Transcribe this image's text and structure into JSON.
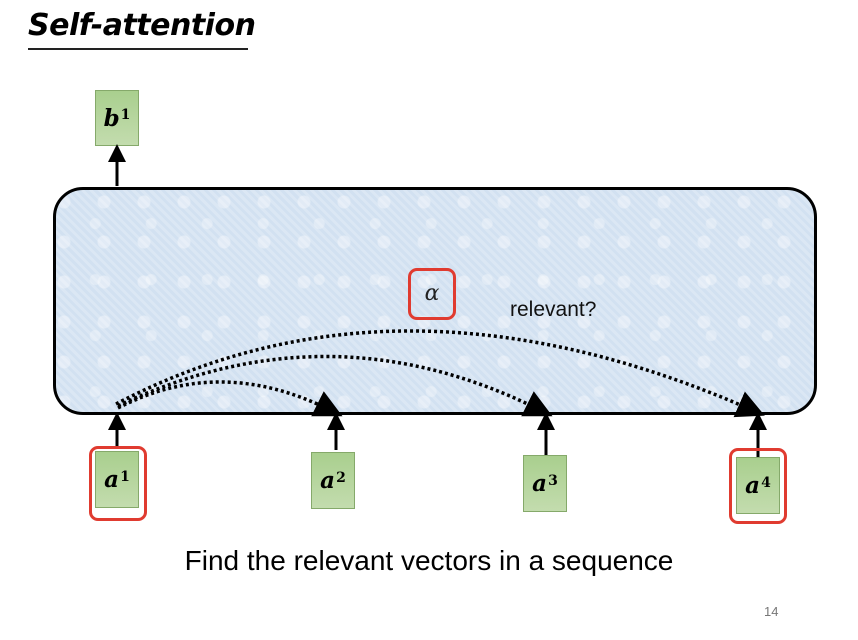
{
  "slide": {
    "title": "Self-attention",
    "caption": "Find the relevant vectors in a sequence",
    "page_number": "14"
  },
  "block": {
    "name": "self-attention-layer"
  },
  "output": {
    "base": "b",
    "sup": "1"
  },
  "inputs": [
    {
      "base": "a",
      "sup": "1",
      "highlighted": true
    },
    {
      "base": "a",
      "sup": "2",
      "highlighted": false
    },
    {
      "base": "a",
      "sup": "3",
      "highlighted": false
    },
    {
      "base": "a",
      "sup": "4",
      "highlighted": true
    }
  ],
  "attention": {
    "score_symbol": "α",
    "question_label": "relevant?",
    "source_index": 1,
    "targets": [
      2,
      3,
      4
    ]
  },
  "colors": {
    "vector_fill": "#b5d69c",
    "highlight": "#e03b30",
    "block_fill": "#d6e4f3"
  }
}
